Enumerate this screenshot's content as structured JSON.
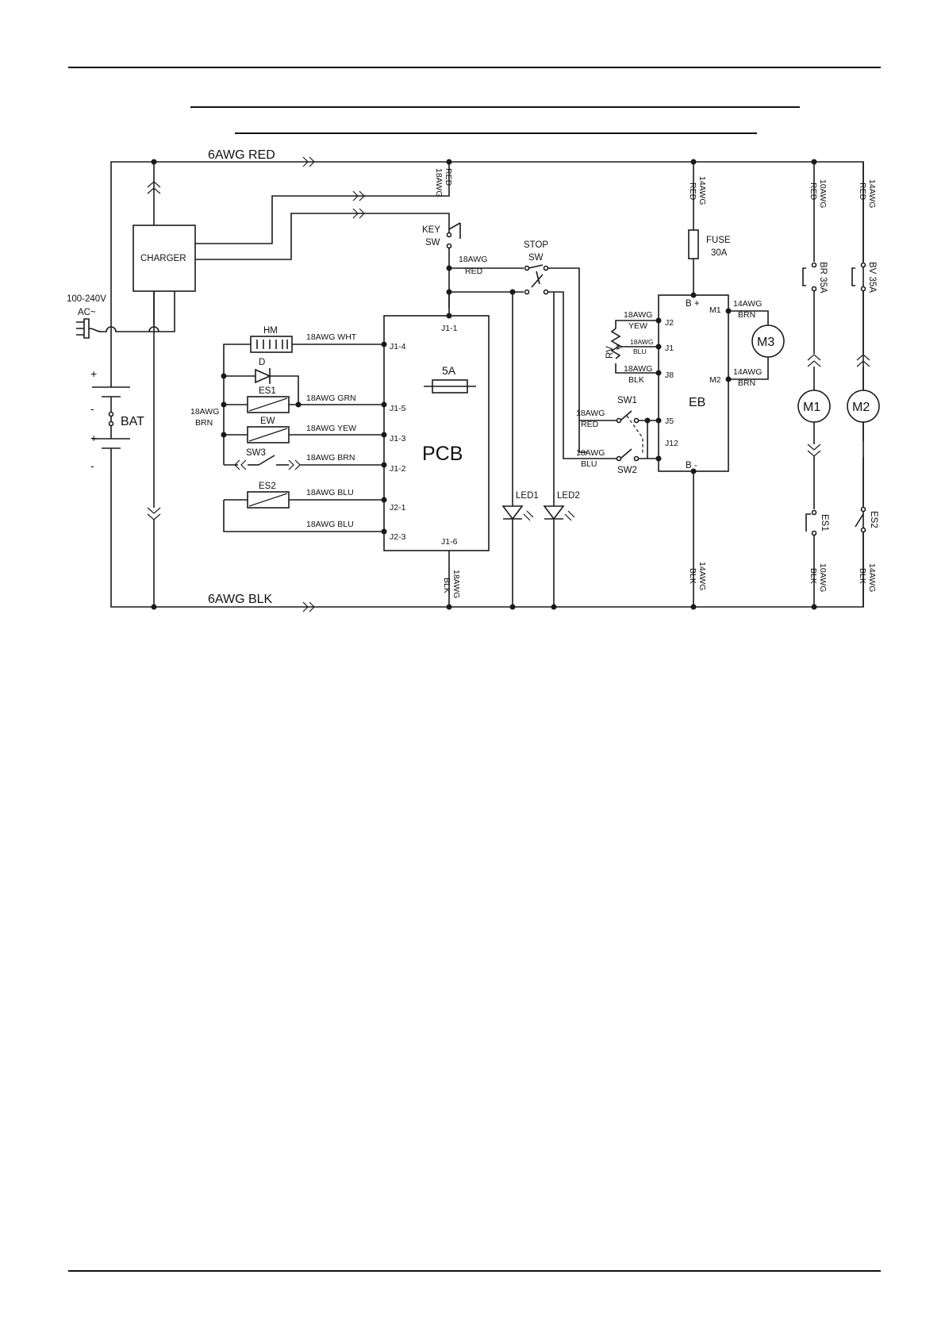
{
  "labels": {
    "main_pos": "6AWG RED",
    "main_neg": "6AWG BLK",
    "charger": "CHARGER",
    "ac_in_1": "100-240V",
    "ac_in_2": "AC~",
    "bat": "BAT",
    "bat_plus_1": "+",
    "bat_minus_1": "-",
    "bat_plus_2": "+",
    "bat_minus_2": "-",
    "key_sw_1": "KEY",
    "key_sw_2": "SW",
    "stop_sw_1": "STOP",
    "stop_sw_2": "SW",
    "w18awg_red_a": "18AWG",
    "w18awg_red_b": "RED",
    "w18awg_red_top_1": "18AWG",
    "w18awg_red_top_2": "RED",
    "pcb": "PCB",
    "pcb_fuse": "5A",
    "j1_1": "J1-1",
    "j1_4": "J1-4",
    "j1_5": "J1-5",
    "j1_3": "J1-3",
    "j1_2": "J1-2",
    "j2_1": "J2-1",
    "j2_3": "J2-3",
    "j1_6": "J1-6",
    "hm": "HM",
    "d": "D",
    "es1_coil": "ES1",
    "ew": "EW",
    "sw3": "SW3",
    "es2_coil": "ES2",
    "brn_left_1": "18AWG",
    "brn_left_2": "BRN",
    "wire_wht": "18AWG WHT",
    "wire_grn": "18AWG GRN",
    "wire_yew": "18AWG YEW",
    "wire_brn": "18AWG BRN",
    "wire_blu_1": "18AWG BLU",
    "wire_blu_2": "18AWG BLU",
    "pcb_blk_1": "18AWG",
    "pcb_blk_2": "BLK",
    "led1": "LED1",
    "led2": "LED2",
    "fuse_1": "FUSE",
    "fuse_2": "30A",
    "eb_red_1": "14AWG",
    "eb_red_2": "RED",
    "eb": "EB",
    "b_plus": "B +",
    "b_minus": "B -",
    "j2": "J2",
    "j1": "J1",
    "j8": "J8",
    "j5": "J5",
    "j12": "J12",
    "m1_term": "M1",
    "m2_term": "M2",
    "rv": "RV",
    "rv_yew_1": "18AWG",
    "rv_yew_2": "YEW",
    "rv_blu_1": "18AWG",
    "rv_blu_2": "BLU",
    "rv_blk_1": "18AWG",
    "rv_blk_2": "BLK",
    "m3_brn_top_1": "14AWG",
    "m3_brn_top_2": "BRN",
    "m3_brn_bot_1": "14AWG",
    "m3_brn_bot_2": "BRN",
    "m3": "M3",
    "sw1": "SW1",
    "sw2": "SW2",
    "sw1_wire_1": "18AWG",
    "sw1_wire_2": "RED",
    "sw2_wire_1": "18AWG",
    "sw2_wire_2": "BLU",
    "eb_blk_1": "14AWG",
    "eb_blk_2": "BLK",
    "m1": "M1",
    "m2": "M2",
    "m1_red_1": "10AWG",
    "m1_red_2": "RED",
    "m2_red_1": "14AWG",
    "m2_red_2": "RED",
    "br": "BR 35A",
    "bv": "BV 35A",
    "es1": "ES1",
    "es2": "ES2",
    "m1_blk_1": "10AWG",
    "m1_blk_2": "BLK",
    "m2_blk_1": "14AWG",
    "m2_blk_2": "BLK"
  }
}
